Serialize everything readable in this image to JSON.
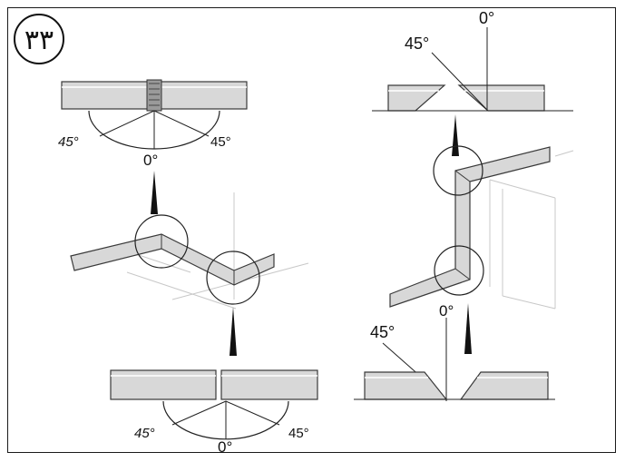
{
  "figure_number": "۳۳",
  "top_left_joint": {
    "left_angle": "45°",
    "right_angle": "45°",
    "center_angle": "0°"
  },
  "bottom_left_joint": {
    "left_angle": "45°",
    "right_angle": "45°",
    "center_angle": "0°"
  },
  "top_right_joint": {
    "bevel_angle": "45°",
    "vertical_angle": "0°"
  },
  "bottom_right_joint": {
    "vertical_angle": "0°",
    "bevel_angle": "45°"
  },
  "colors": {
    "plate_fill": "#d8d8d8",
    "plate_edge": "#3a3a3a",
    "line": "#222222",
    "guide": "#c8c8c8",
    "marker": "#111111"
  }
}
